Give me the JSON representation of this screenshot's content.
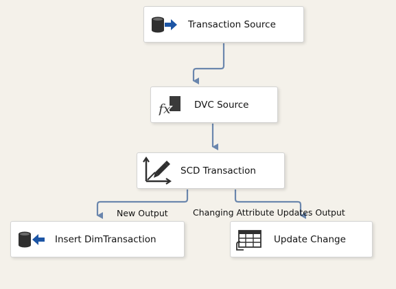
{
  "nodes": {
    "transaction_source": {
      "label": "Transaction Source",
      "icon": "db-source-icon"
    },
    "dvc_source": {
      "label": "DVC Source",
      "icon": "derived-column-fx-icon"
    },
    "scd_transaction": {
      "label": "SCD Transaction",
      "icon": "scd-axis-pencil-icon"
    },
    "insert_dim": {
      "label": "Insert DimTransaction",
      "icon": "db-destination-icon"
    },
    "update_change": {
      "label": "Update Change",
      "icon": "ole-db-command-table-icon"
    }
  },
  "outputs": {
    "new_output": "New Output",
    "changing_output": "Changing Attribute Updates Output"
  },
  "colors": {
    "background": "#f4f1ea",
    "connector": "#6a86ad",
    "arrow_blue": "#1c55a5",
    "icon_dark": "#333333"
  }
}
